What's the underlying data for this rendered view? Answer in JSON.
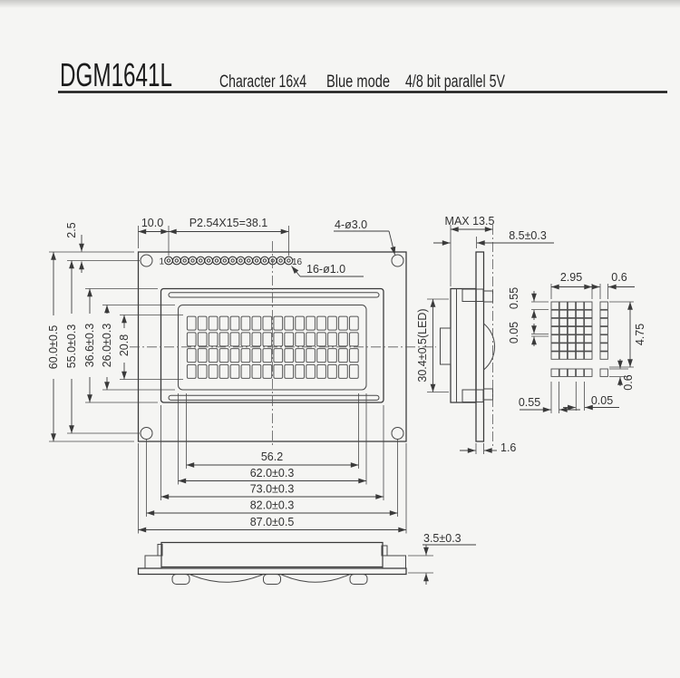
{
  "header": {
    "title": "DGM1641L",
    "specs": [
      "Character 16x4",
      "Blue mode",
      "4/8 bit parallel 5V"
    ]
  },
  "front_view": {
    "pins": {
      "first": "1",
      "last": "16",
      "count": 16
    },
    "display": {
      "columns": 16,
      "rows": 4
    },
    "dims_top": {
      "edge_to_pin": "10.0",
      "pin_pitch": "P2.54X15=38.1",
      "corner_holes": "4-ø3.0",
      "pin_holes": "16-ø1.0"
    },
    "dims_left": {
      "edge_to_pin_row": "2.5",
      "total_height": "60.0±0.5",
      "hole_spacing_v": "55.0±0.3",
      "bezel_height": "36.6±0.3",
      "window_height": "26.0±0.3",
      "view_height": "20.8"
    },
    "dims_bottom": {
      "view_width": "56.2",
      "window_width": "62.0±0.3",
      "bezel_width": "73.0±0.3",
      "hole_spacing_h": "82.0±0.3",
      "total_width": "87.0±0.5"
    }
  },
  "side_view": {
    "max_thickness": "MAX 13.5",
    "pin_height": "8.5±0.3",
    "led_height": "30.4±0.5(LED)",
    "pcb_thickness": "1.6"
  },
  "bottom_view": {
    "step_height": "3.5±0.3"
  },
  "dot_detail": {
    "matrix": {
      "cols": 5,
      "rows": 7
    },
    "char_width": "2.95",
    "col_gap": "0.6",
    "dot_height": "0.55",
    "row_gap": "0.05",
    "char_height": "4.75",
    "bottom_gap": "0.6",
    "dot_width": "0.55",
    "dot_gap_h": "0.05"
  }
}
